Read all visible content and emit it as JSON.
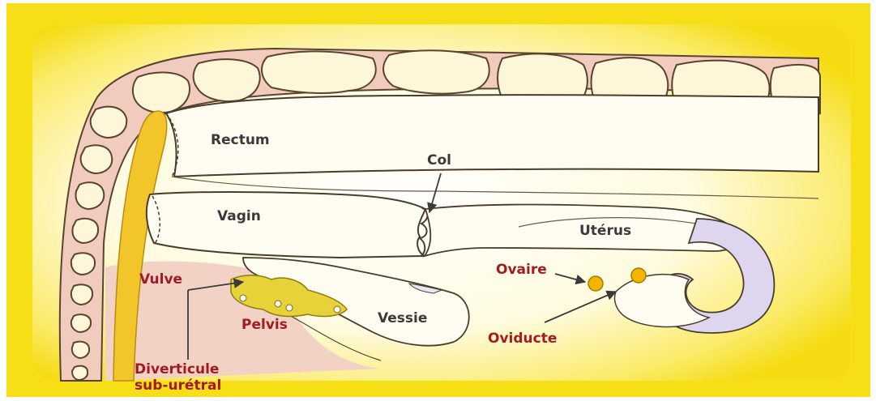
{
  "labels": {
    "rectum": "Rectum",
    "col": "Col",
    "vagin": "Vagin",
    "uterus": "Utérus",
    "ovaire": "Ovaire",
    "vulve": "Vulve",
    "pelvis": "Pelvis",
    "vessie": "Vessie",
    "oviducte": "Oviducte",
    "diverticule_line1": "Diverticule",
    "diverticule_line2": "sub-urétral"
  },
  "colors": {
    "frame_yellow": "#f9e21c",
    "background_cream": "#fffbe6",
    "tissue_pink": "#f0c6b8",
    "vertebra_cream": "#fdf6d8",
    "organ_white": "#fffdf2",
    "outline_dark": "#4a3c2a",
    "label_dark": "#3a3a3a",
    "label_red": "#a21a22",
    "uterus_lavender": "#d9d3ea",
    "ovary_gold": "#f2b600",
    "pelvis_yellow": "#e8d23a"
  }
}
